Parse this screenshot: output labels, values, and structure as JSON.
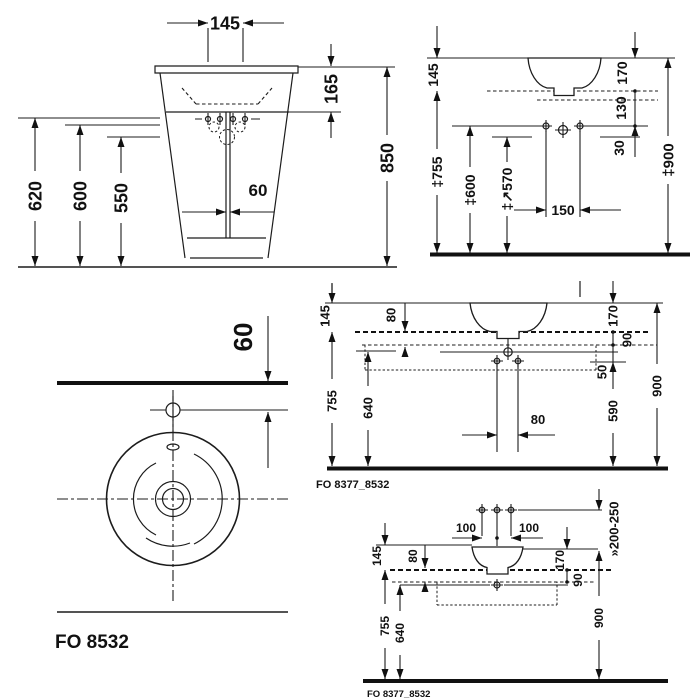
{
  "drawing": {
    "front_view": {
      "tap_platform_width": "145",
      "rim_to_shelf": "165",
      "total_height": "850",
      "height_620": "620",
      "height_600": "600",
      "height_550": "550",
      "drain_offset": "60"
    },
    "wall_view": {
      "basin_above_console": "145",
      "console_height": "‡755",
      "fixing_height_600": "‡600",
      "fixing_height_570": "‡↗570",
      "fixing_hole_spacing": "150",
      "basin_depth_170": "170",
      "offset_130": "130",
      "offset_30": "30",
      "rim_height": "‡900"
    },
    "plan_view": {
      "tap_to_wall": "60",
      "code": "FO 8532"
    },
    "console_view": {
      "basin_above_console": "145",
      "recess_80": "80",
      "console_height": "755",
      "fixing_height": "640",
      "fixing_spacing": "80",
      "basin_depth": "170",
      "offset_90": "90",
      "offset_50": "50",
      "height_590": "590",
      "rim_height": "900",
      "code": "FO 8377_8532"
    },
    "console_view_bottom": {
      "tap_spacing_left": "100",
      "tap_spacing_right": "100",
      "tap_outlet_range": "»200-250",
      "basin_above_console": "145",
      "recess_80": "80",
      "basin_depth": "170",
      "offset_90": "90",
      "console_height": "755",
      "fixing_height": "640",
      "rim_height": "900",
      "code": "FO 8377_8532"
    }
  }
}
